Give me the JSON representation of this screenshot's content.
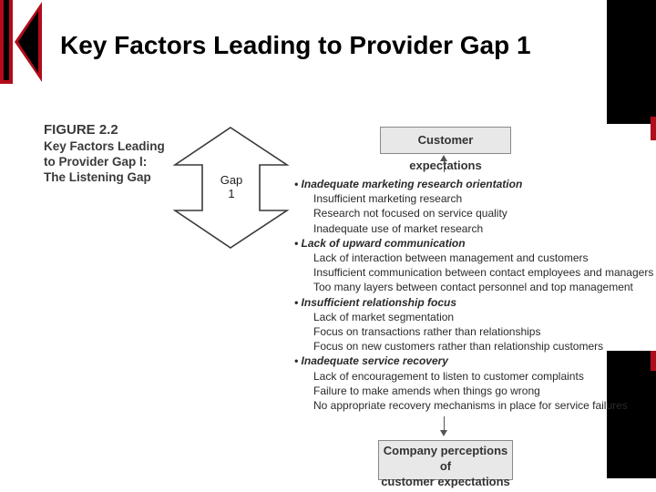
{
  "slide": {
    "title": "Key Factors Leading to Provider Gap 1"
  },
  "figure": {
    "number": "FIGURE 2.2",
    "caption_lines": [
      "Key Factors Leading",
      "to Provider Gap l:",
      "The Listening Gap"
    ],
    "gap_label": [
      "Gap",
      "1"
    ]
  },
  "boxes": {
    "top": "Customer expectations",
    "bottom": [
      "Company perceptions of",
      "customer expectations"
    ]
  },
  "factor_groups": [
    {
      "heading": "• Inadequate marketing research orientation",
      "items": [
        "Insufficient marketing research",
        "Research not focused on service quality",
        "Inadequate use of market research"
      ]
    },
    {
      "heading": "• Lack of upward communication",
      "items": [
        "Lack of interaction between management and customers",
        "Insufficient communication between contact employees and managers",
        "Too many layers between contact personnel and top management"
      ]
    },
    {
      "heading": "• Insufficient relationship focus",
      "items": [
        "Lack of market segmentation",
        "Focus on transactions rather than relationships",
        "Focus on new customers rather than relationship customers"
      ]
    },
    {
      "heading": "• Inadequate service recovery",
      "items": [
        "Lack of encouragement to listen to customer complaints",
        "Failure to make amends when things go wrong",
        "No appropriate recovery mechanisms in place for service failures"
      ]
    }
  ],
  "colors": {
    "accent_red": "#b10c1a",
    "band_black": "#000000",
    "box_fill": "#e8e8e8"
  }
}
